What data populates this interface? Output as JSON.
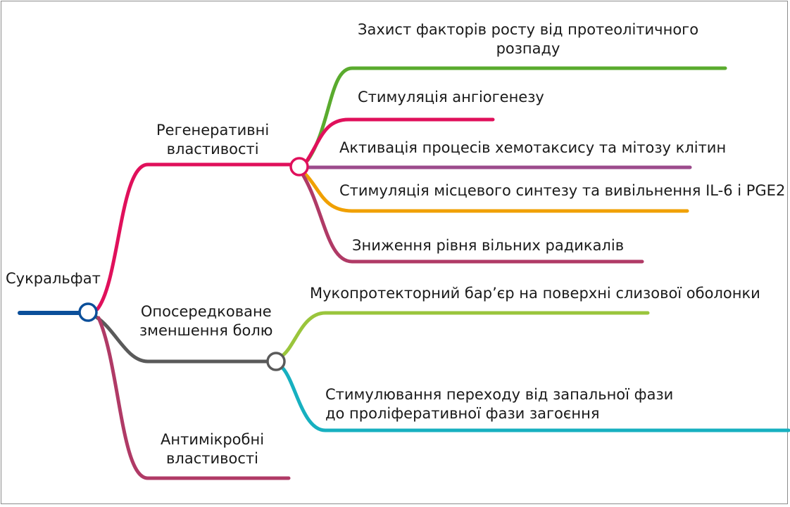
{
  "root": {
    "label": "Сукральфат",
    "color": "#0b4f9a"
  },
  "branches": {
    "regen": {
      "label_lines": [
        "Регенеративні",
        "властивості"
      ],
      "color": "#e0105b",
      "items": [
        {
          "key": "growth",
          "lines": [
            "Захист факторів росту від протеолітичного",
            "розпаду"
          ],
          "color": "#5aab2e"
        },
        {
          "key": "angio",
          "lines": [
            "Стимуляція ангіогенезу"
          ],
          "color": "#e0105b"
        },
        {
          "key": "chemo",
          "lines": [
            "Активація процесів хемотаксису та мітозу клітин"
          ],
          "color": "#9c4b8c"
        },
        {
          "key": "il6",
          "lines": [
            "Стимуляція місцевого синтезу та вивільнення IL-6 і PGE2"
          ],
          "color": "#f0a000"
        },
        {
          "key": "radicals",
          "lines": [
            "Зниження рівня вільних радикалів"
          ],
          "color": "#b03a66"
        }
      ]
    },
    "pain": {
      "label_lines": [
        "Опосередковане",
        "зменшення болю"
      ],
      "color": "#5a5a5a",
      "items": [
        {
          "key": "barrier",
          "lines": [
            "Мукопротекторний бар’єр на поверхні слизової оболонки"
          ],
          "color": "#9ac53c"
        },
        {
          "key": "phase",
          "lines": [
            "Стимулювання переходу від запальної фази",
            "до проліферативної фази загоєння"
          ],
          "color": "#17b0c0"
        }
      ]
    },
    "antimicrobial": {
      "label_lines": [
        "Антимікробні",
        "властивості"
      ],
      "color": "#b03a66"
    }
  }
}
